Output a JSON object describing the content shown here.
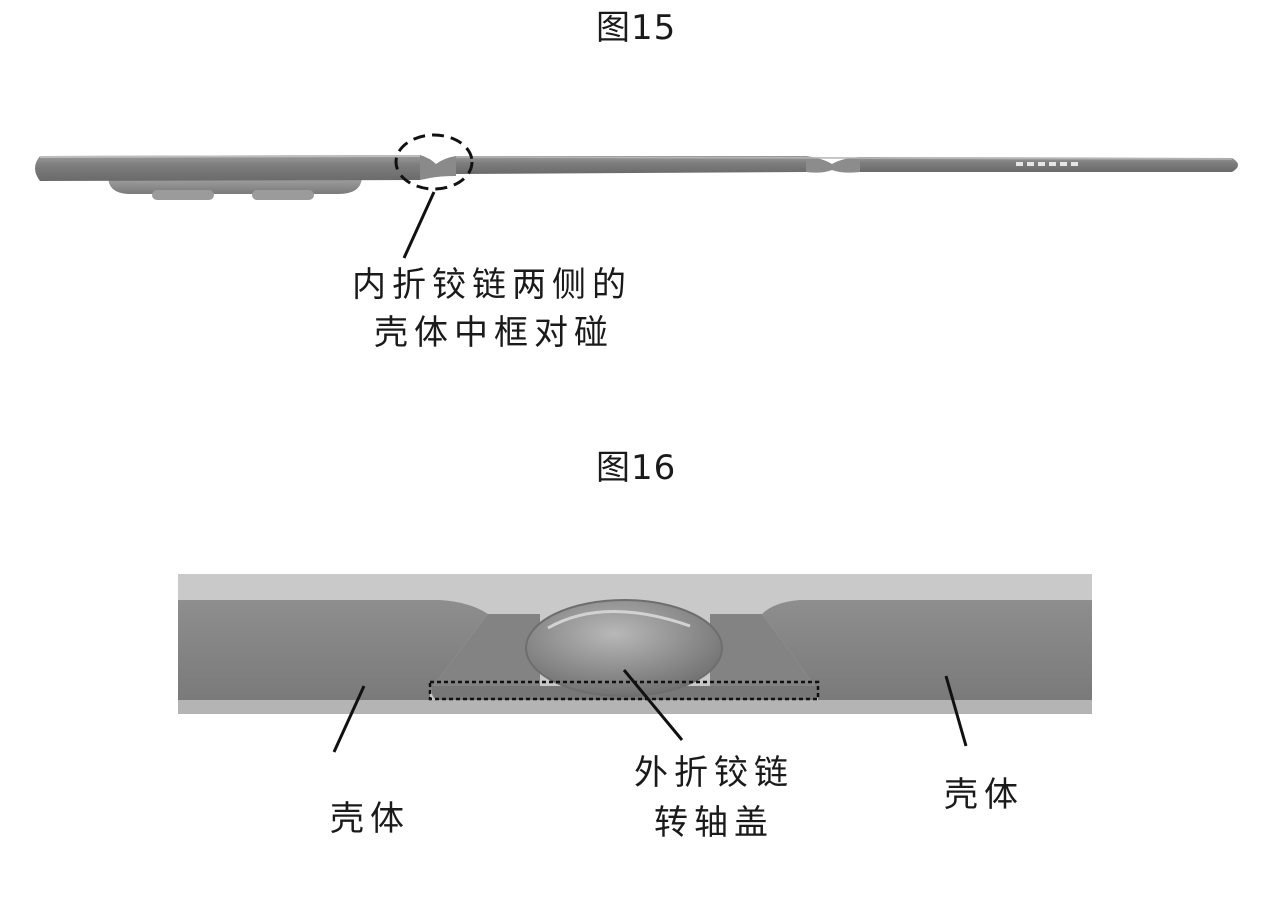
{
  "figure15": {
    "title": "图15",
    "callout_line1": "内折铰链两侧的",
    "callout_line2": "壳体中框对碰"
  },
  "figure16": {
    "title": "图16",
    "left_label": "壳体",
    "center_label_line1": "外折铰链",
    "center_label_line2": "转轴盖",
    "right_label": "壳体"
  }
}
